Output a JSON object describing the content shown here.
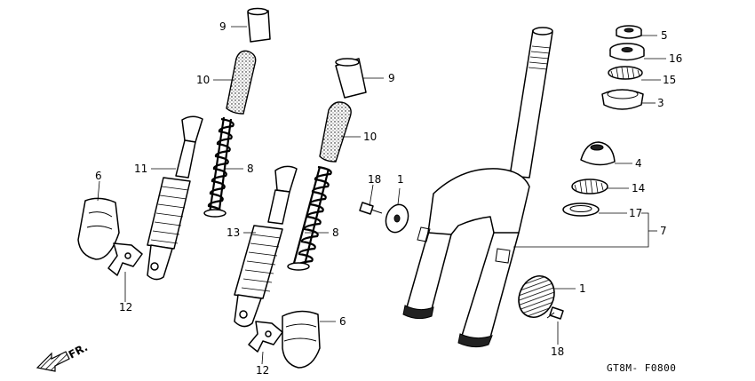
{
  "labels": {
    "p1a": "1",
    "p1b": "1",
    "p3": "3",
    "p4": "4",
    "p5": "5",
    "p6a": "6",
    "p6b": "6",
    "p7": "7",
    "p8a": "8",
    "p8b": "8",
    "p9a": "9",
    "p9b": "9",
    "p10a": "10",
    "p10b": "10",
    "p11": "11",
    "p12a": "12",
    "p12b": "12",
    "p13": "13",
    "p14": "14",
    "p15": "15",
    "p16": "16",
    "p17": "17",
    "p18a": "18",
    "p18b": "18"
  },
  "fr_label": "FR.",
  "diagram_code": "GT8M- F0800"
}
